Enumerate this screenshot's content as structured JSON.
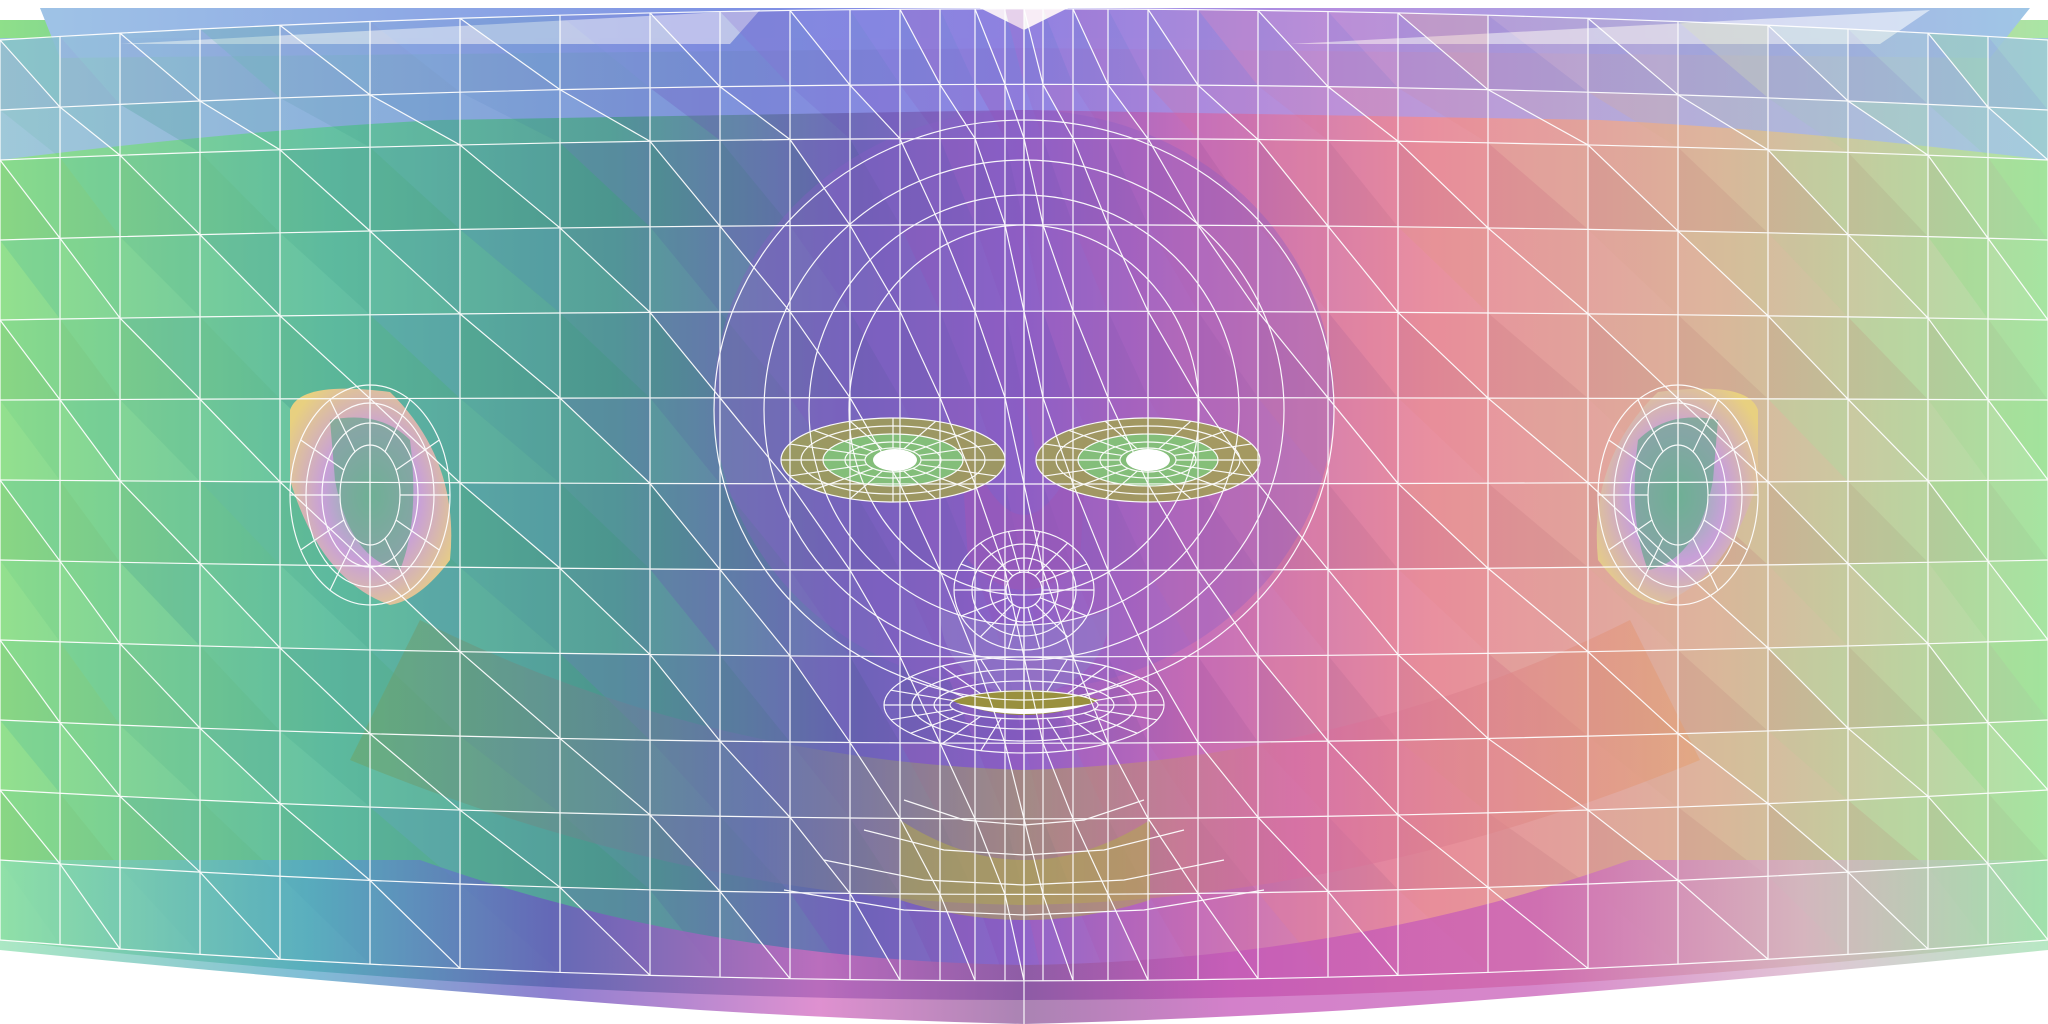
{
  "diagram": {
    "kind": "uv-texture-layout",
    "subject": "head mesh",
    "labels": []
  },
  "palette": {
    "background": "#ffffff",
    "wire": "#ffffff",
    "cheek_left": "#52a596",
    "cheek_right": "#e98c9c",
    "outer_left": "#8fdf8a",
    "outer_right": "#b2e59f",
    "top_left": "#8fb4e4",
    "top_center": "#8c86e6",
    "top_right": "#a89fe8",
    "forehead": "#8a5ec7",
    "nose": "#9d58b8",
    "chin": "#b3a94f",
    "jaw_green": "#6f9f5d",
    "jaw_purple": "#7257b6",
    "jaw_pink": "#d967ab",
    "ear": "#8dd1a4",
    "eye_socket": "#a1a152",
    "lips": "#99903e",
    "mouth_opening": "#ffffff",
    "eye_opening": "#ffffff"
  },
  "regions": [
    {
      "name": "outer-left-band",
      "color_key": "outer_left"
    },
    {
      "name": "cheek-left",
      "color_key": "cheek_left"
    },
    {
      "name": "forehead",
      "color_key": "forehead"
    },
    {
      "name": "cheek-right",
      "color_key": "cheek_right"
    },
    {
      "name": "outer-right-band",
      "color_key": "outer_right"
    },
    {
      "name": "ear-left",
      "color_key": "ear"
    },
    {
      "name": "ear-right",
      "color_key": "ear"
    },
    {
      "name": "eye-left",
      "color_key": "eye_socket"
    },
    {
      "name": "eye-right",
      "color_key": "eye_socket"
    },
    {
      "name": "nose",
      "color_key": "nose"
    },
    {
      "name": "mouth",
      "color_key": "lips"
    },
    {
      "name": "chin",
      "color_key": "chin"
    }
  ]
}
